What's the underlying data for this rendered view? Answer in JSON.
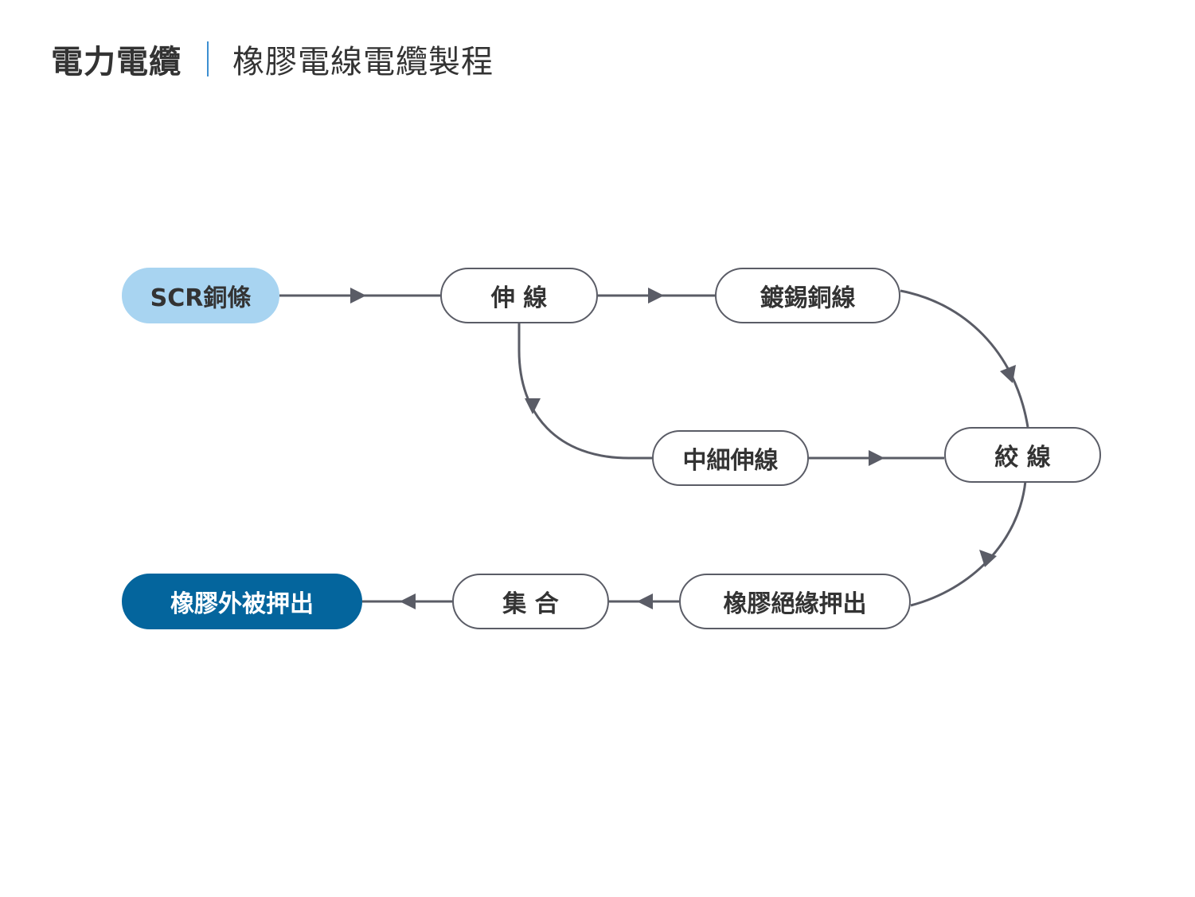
{
  "header": {
    "title": "電力電纜",
    "subtitle": "橡膠電線電纜製程"
  },
  "colors": {
    "edge": "#5a5c66",
    "node_border": "#5a5c66",
    "start_fill": "#a8d4f1",
    "end_fill": "#04659d",
    "divider": "#3d8fd1",
    "text": "#333333"
  },
  "nodes": [
    {
      "id": "scr",
      "label": "SCR銅條"
    },
    {
      "id": "draw",
      "label": "伸 線"
    },
    {
      "id": "tin",
      "label": "鍍錫銅線"
    },
    {
      "id": "mid",
      "label": "中細伸線"
    },
    {
      "id": "strand",
      "label": "絞 線"
    },
    {
      "id": "insul",
      "label": "橡膠絕緣押出"
    },
    {
      "id": "assemble",
      "label": "集 合"
    },
    {
      "id": "sheath",
      "label": "橡膠外被押出"
    }
  ],
  "edges": [
    {
      "from": "scr",
      "to": "draw"
    },
    {
      "from": "draw",
      "to": "tin"
    },
    {
      "from": "draw",
      "to": "mid"
    },
    {
      "from": "tin",
      "to": "strand"
    },
    {
      "from": "mid",
      "to": "strand"
    },
    {
      "from": "strand",
      "to": "insul"
    },
    {
      "from": "insul",
      "to": "assemble"
    },
    {
      "from": "assemble",
      "to": "sheath"
    }
  ]
}
